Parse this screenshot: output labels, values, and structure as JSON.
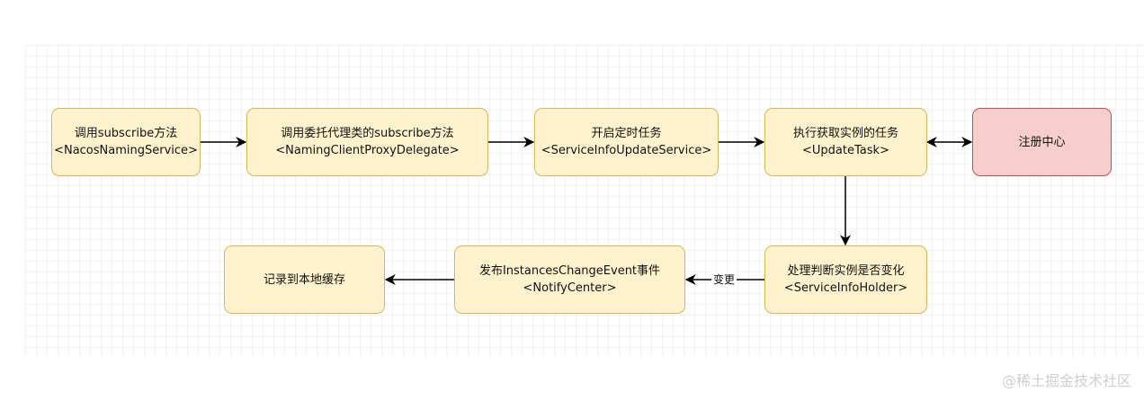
{
  "nodes": [
    {
      "id": "n1",
      "line1": "调用subscribe方法",
      "line2": "<NacosNamingService>"
    },
    {
      "id": "n2",
      "line1": "调用委托代理类的subscribe方法",
      "line2": "<NamingClientProxyDelegate>"
    },
    {
      "id": "n3",
      "line1": "开启定时任务",
      "line2": "<ServiceInfoUpdateService>"
    },
    {
      "id": "n4",
      "line1": "执行获取实例的任务",
      "line2": "<UpdateTask>"
    },
    {
      "id": "n5",
      "line1": "注册中心"
    },
    {
      "id": "n6",
      "line1": "处理判断实例是否变化",
      "line2": "<ServiceInfoHolder>"
    },
    {
      "id": "n7",
      "line1": "发布InstancesChangeEvent事件",
      "line2": "<NotifyCenter>"
    },
    {
      "id": "n8",
      "line1": "记录到本地缓存"
    }
  ],
  "edges": [
    {
      "from": "n1",
      "to": "n2"
    },
    {
      "from": "n2",
      "to": "n3"
    },
    {
      "from": "n3",
      "to": "n4"
    },
    {
      "from": "n4",
      "to": "n5",
      "bidirectional": true
    },
    {
      "from": "n4",
      "to": "n6"
    },
    {
      "from": "n6",
      "to": "n7",
      "label": "变更"
    },
    {
      "from": "n7",
      "to": "n8"
    }
  ],
  "colors": {
    "node_fill": "#fff2cc",
    "node_stroke": "#d6b656",
    "highlight_fill": "#f8cecc",
    "highlight_stroke": "#b85450",
    "edge": "#000000"
  },
  "watermark": "@稀土掘金技术社区"
}
